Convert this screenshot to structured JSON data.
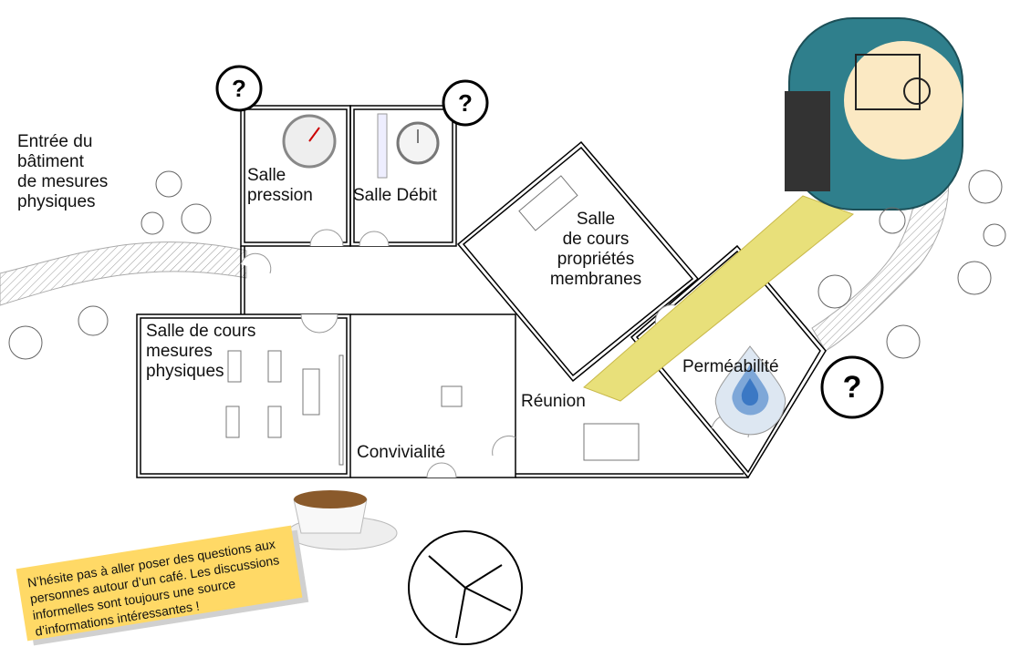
{
  "entrance_label": "Entrée du\nbâtiment\nde mesures\nphysiques",
  "rooms": {
    "pression": "Salle\npression",
    "debit": "Salle Débit",
    "cours_membranes": "Salle\nde cours\npropriétés\nmembranes",
    "cours_mesures": "Salle de cours\nmesures\nphysiques",
    "convivialite": "Convivialité",
    "reunion": "Réunion",
    "permeabilite": "Perméabilité"
  },
  "note": "N’hésite pas à aller poser des questions aux personnes autour d’un café. Les discussions informelles sont toujours une source d’informations intéressantes !",
  "question_mark": "?",
  "colors": {
    "note": "#ffd966",
    "tape": "#e8e07a",
    "tape_body": "#2f7f8c",
    "water": "#3b78c4"
  }
}
